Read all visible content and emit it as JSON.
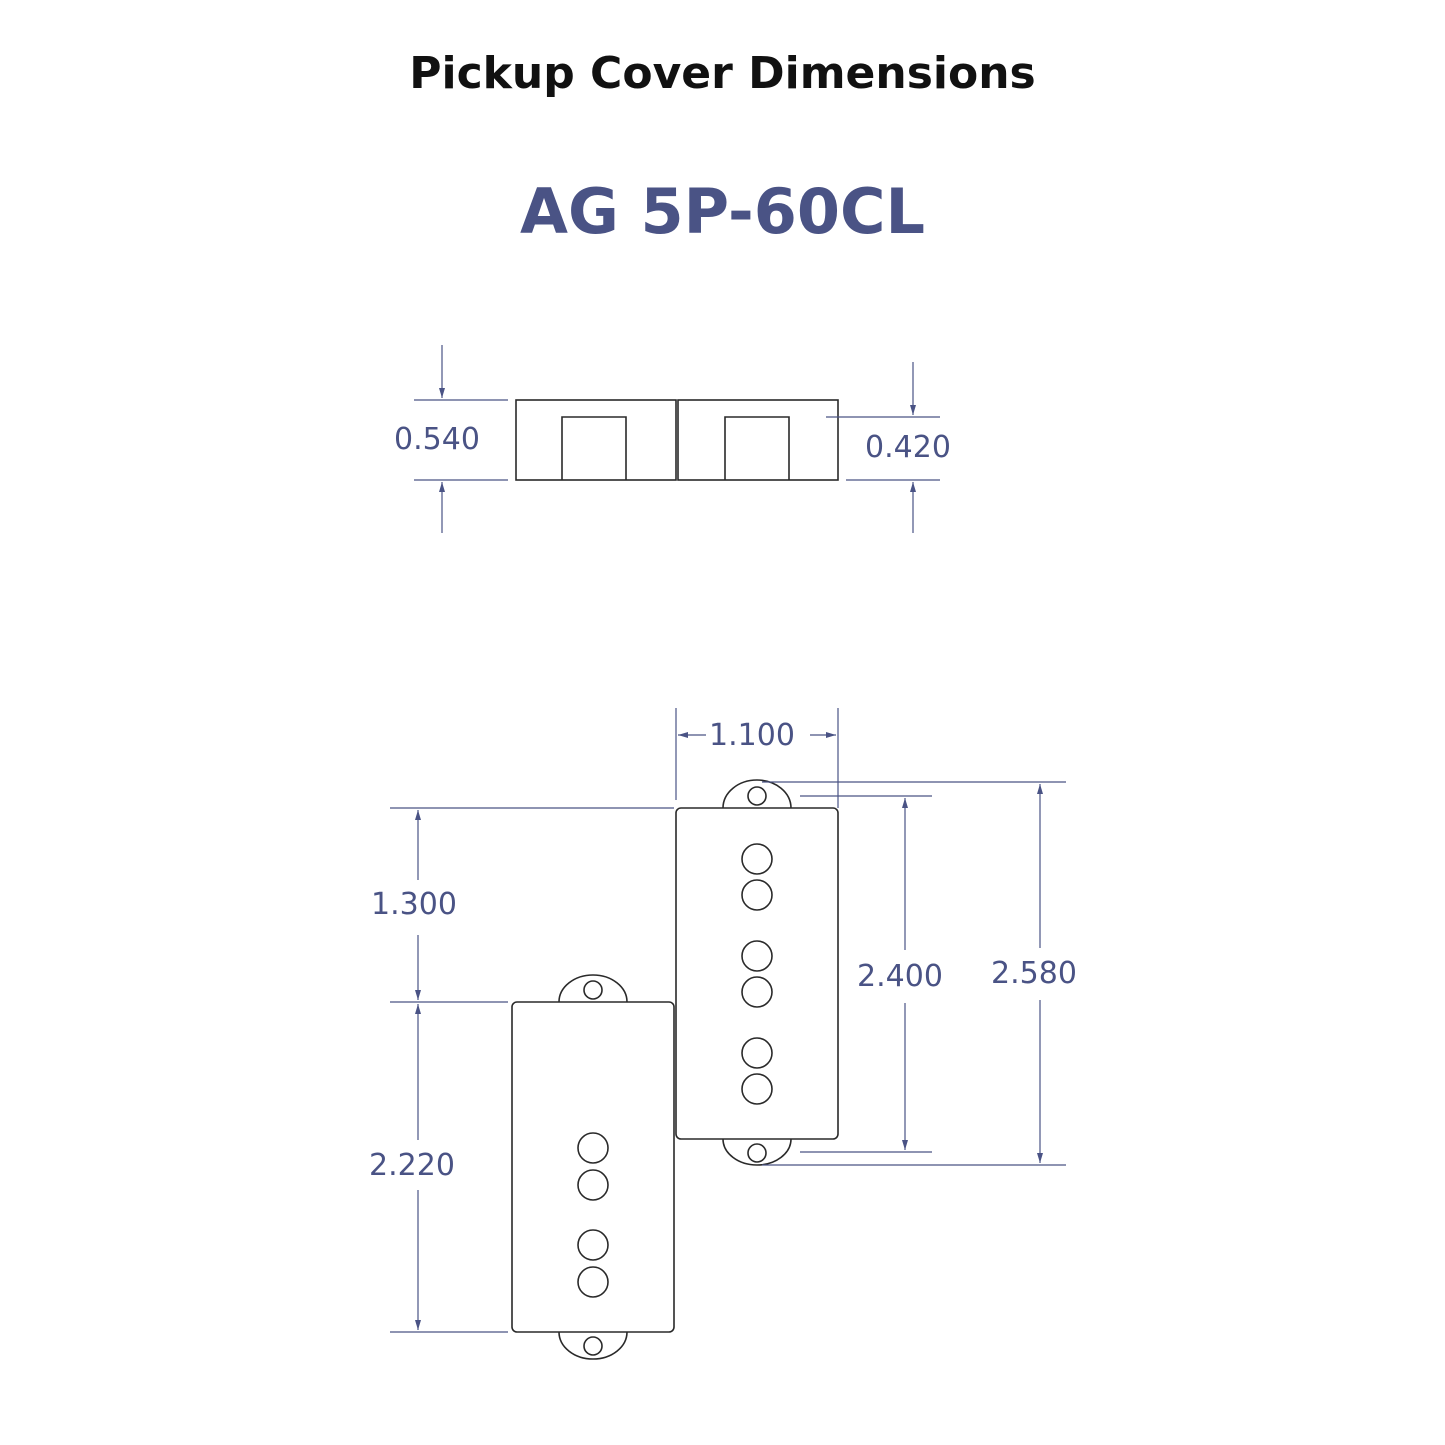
{
  "title": "Pickup Cover Dimensions",
  "model": "AG 5P-60CL",
  "colors": {
    "dimension": "#4a5385",
    "outline": "#2a2a2a",
    "title": "#111111"
  },
  "dimensions": {
    "overall_height": "0.540",
    "inner_height": "0.420",
    "cover_width": "1.100",
    "pickup_offset": "1.300",
    "short_cover_length": "2.220",
    "body_length": "2.400",
    "overall_length": "2.580"
  }
}
